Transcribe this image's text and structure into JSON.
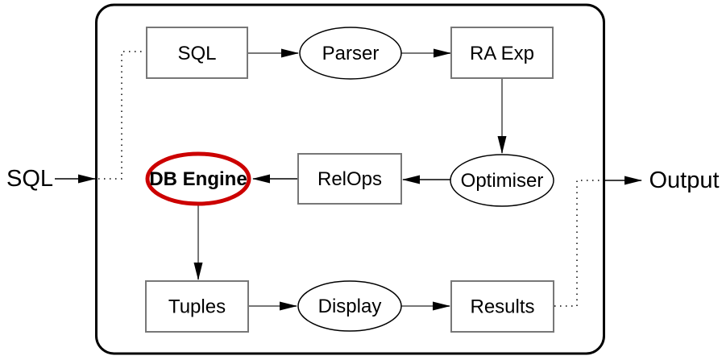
{
  "diagram": {
    "type": "flowchart",
    "description": "SQL query processing pipeline inside a database system",
    "external_labels": {
      "input": "SQL",
      "output": "Output"
    },
    "nodes": {
      "sql_box": {
        "label": "SQL",
        "shape": "rect"
      },
      "parser": {
        "label": "Parser",
        "shape": "ellipse"
      },
      "ra_exp": {
        "label": "RA Exp",
        "shape": "rect"
      },
      "optimiser": {
        "label": "Optimiser",
        "shape": "ellipse"
      },
      "relops": {
        "label": "RelOps",
        "shape": "rect"
      },
      "db_engine": {
        "label": "DB Engine",
        "shape": "ellipse",
        "emphasis": "bold",
        "border_color": "#cc0000"
      },
      "tuples": {
        "label": "Tuples",
        "shape": "rect"
      },
      "display": {
        "label": "Display",
        "shape": "ellipse"
      },
      "results": {
        "label": "Results",
        "shape": "rect"
      }
    },
    "edges": [
      {
        "from": "input_sql",
        "to": "sql_box",
        "style": "solid-arrow-then-dotted"
      },
      {
        "from": "sql_box",
        "to": "parser",
        "style": "solid-arrow"
      },
      {
        "from": "parser",
        "to": "ra_exp",
        "style": "solid-arrow"
      },
      {
        "from": "ra_exp",
        "to": "optimiser",
        "style": "solid-arrow"
      },
      {
        "from": "optimiser",
        "to": "relops",
        "style": "solid-arrow"
      },
      {
        "from": "relops",
        "to": "db_engine",
        "style": "solid-arrow"
      },
      {
        "from": "db_engine",
        "to": "tuples",
        "style": "solid-arrow"
      },
      {
        "from": "tuples",
        "to": "display",
        "style": "solid-arrow"
      },
      {
        "from": "display",
        "to": "results",
        "style": "solid-arrow"
      },
      {
        "from": "results",
        "to": "output",
        "style": "dotted-then-solid-arrow"
      }
    ],
    "colors": {
      "highlight": "#cc0000",
      "line": "#000000",
      "connector": "#777777",
      "background": "#ffffff"
    }
  }
}
